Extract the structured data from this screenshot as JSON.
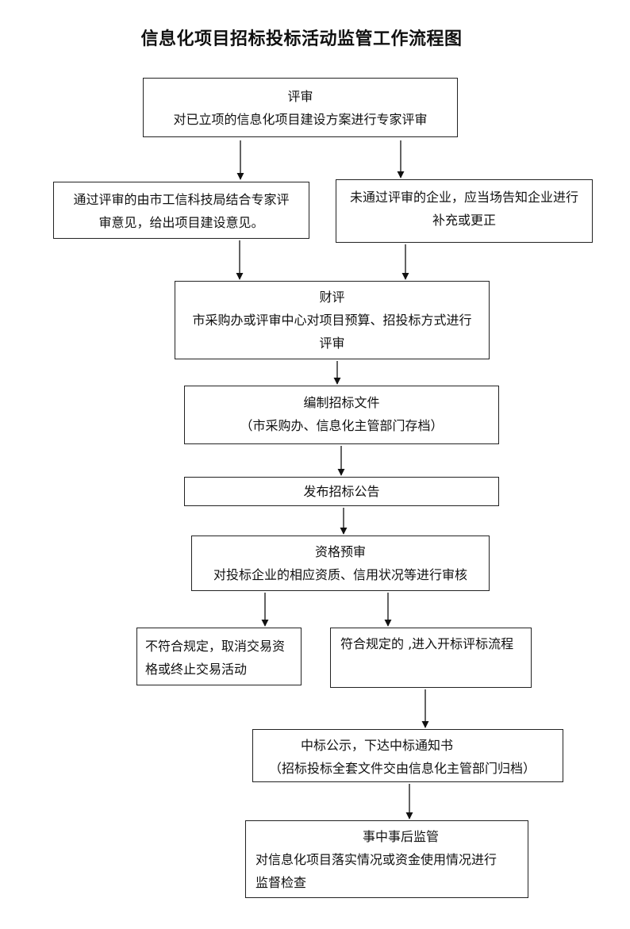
{
  "title": "信息化项目招标投标活动监管工作流程图",
  "steps": {
    "review": {
      "heading": "评审",
      "line1": "对已立项的信息化项目建设方案进行专家评审"
    },
    "pass": {
      "line1": "通过评审的由市工信科技局结合专家评",
      "line2": "审意见，给出项目建设意见。"
    },
    "fail": {
      "line1": "未通过评审的企业，应当场告知企业进行",
      "line2": "补充或更正"
    },
    "finance": {
      "heading": "财评",
      "line1": "市采购办或评审中心对项目预算、招投标方式进行",
      "line2": "评审"
    },
    "docs": {
      "heading": "编制招标文件",
      "line1": "（市采购办、信息化主管部门存档）"
    },
    "announce": {
      "heading": "发布招标公告"
    },
    "prequal": {
      "heading": "资格预审",
      "line1": "对投标企业的相应资质、信用状况等进行审核"
    },
    "noncompliant": {
      "line1": "不符合规定，取消交易资",
      "line2": "格或终止交易活动"
    },
    "compliant": {
      "line1": "符合规定的 ,进入开标评标流程"
    },
    "award": {
      "heading": "中标公示，下达中标通知书",
      "line1": "（招标投标全套文件交由信息化主管部门归档）"
    },
    "supervise": {
      "heading": "事中事后监管",
      "line1": "对信息化项目落实情况或资金使用情况进行",
      "line2": "监督检查"
    }
  }
}
